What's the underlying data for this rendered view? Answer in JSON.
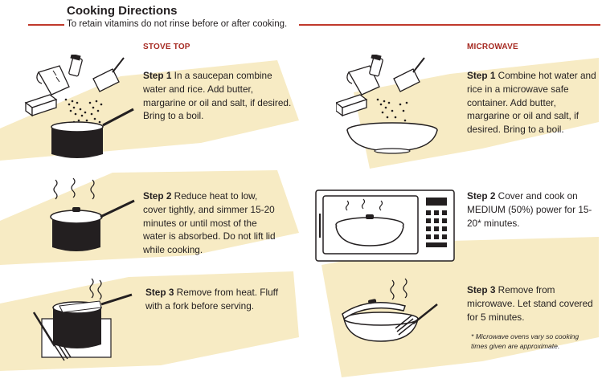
{
  "header": {
    "title": "Cooking Directions",
    "subtitle": "To retain vitamins do not rinse before or after cooking."
  },
  "stove_top": {
    "heading": "STOVE TOP",
    "steps": [
      {
        "label": "Step 1",
        "text": " In a saucepan combine water and rice. Add butter, margarine or oil and salt, if desired. Bring to a boil."
      },
      {
        "label": "Step 2",
        "text": " Reduce heat to low, cover tightly, and simmer 15-20 minutes or until most of the water is absorbed. Do not lift lid while cooking."
      },
      {
        "label": "Step 3",
        "text": " Remove from heat. Fluff with a fork before serving."
      }
    ]
  },
  "microwave": {
    "heading": "MICROWAVE",
    "steps": [
      {
        "label": "Step 1",
        "text": " Combine hot water and rice in a microwave safe container. Add butter, margarine or oil and salt, if desired. Bring to a boil."
      },
      {
        "label": "Step 2",
        "text": " Cover and cook on MEDIUM (50%) power for 15-20* minutes."
      },
      {
        "label": "Step 3",
        "text": " Remove from microwave. Let stand covered for 5 minutes."
      }
    ],
    "note": "* Microwave ovens vary so cooking times given are approximate."
  },
  "colors": {
    "accent": "#a62a22",
    "rule": "#c0392b",
    "background_panel": "#f7ebc4"
  }
}
